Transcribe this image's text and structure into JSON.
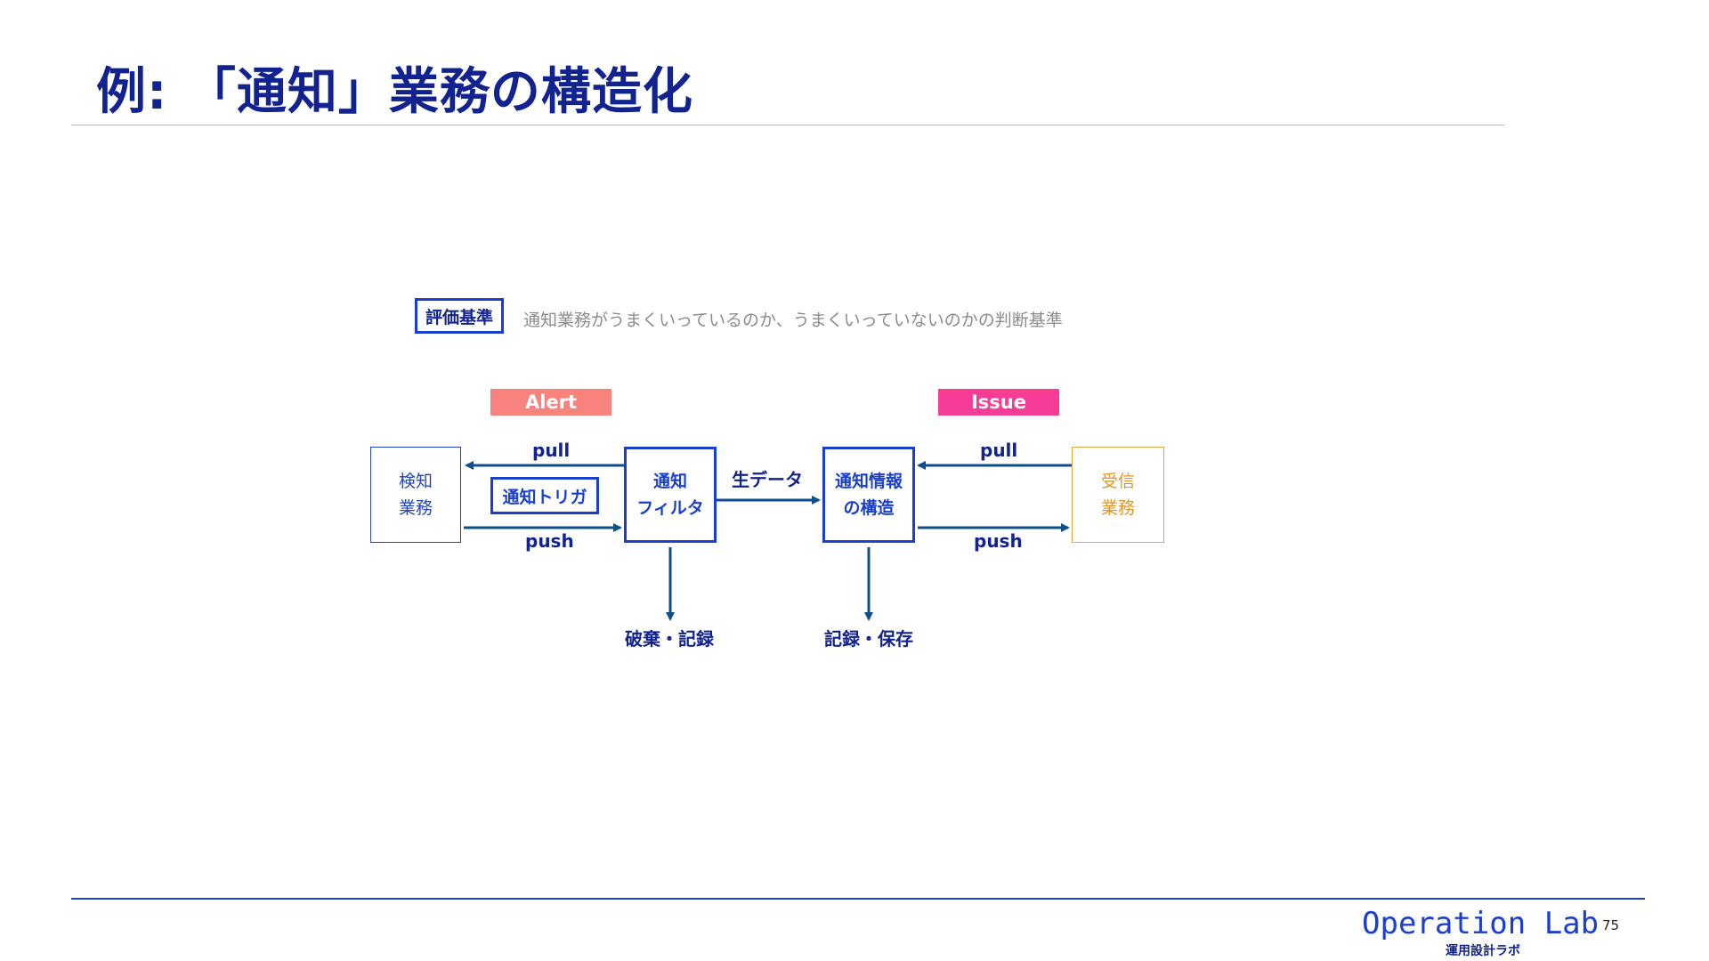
{
  "title": "例: 「通知」業務の構造化",
  "criteria": {
    "label": "評価基準",
    "description": "通知業務がうまくいっているのか、うまくいっていないのかの判断基準"
  },
  "badges": {
    "alert": "Alert",
    "issue": "Issue"
  },
  "nodes": {
    "detect": "検知\n業務",
    "filter": "通知\nフィルタ",
    "structure": "通知情報\nの構造",
    "receive": "受信\n業務"
  },
  "trigger_label": "通知トリガ",
  "edges": {
    "pull_left": "pull",
    "push_left": "push",
    "raw_data": "生データ",
    "pull_right": "pull",
    "push_right": "push",
    "discard_record": "破棄・記録",
    "record_store": "記録・保存"
  },
  "colors": {
    "title": "#12238f",
    "accent": "#1a3fcf",
    "arrow": "#0e4f8b",
    "alert": "#f7837c",
    "issue": "#f63c94",
    "receive": "#f0a640"
  },
  "footer": {
    "logo": "Operation Lab",
    "logo_sub": "運用設計ラボ",
    "page": "75"
  }
}
